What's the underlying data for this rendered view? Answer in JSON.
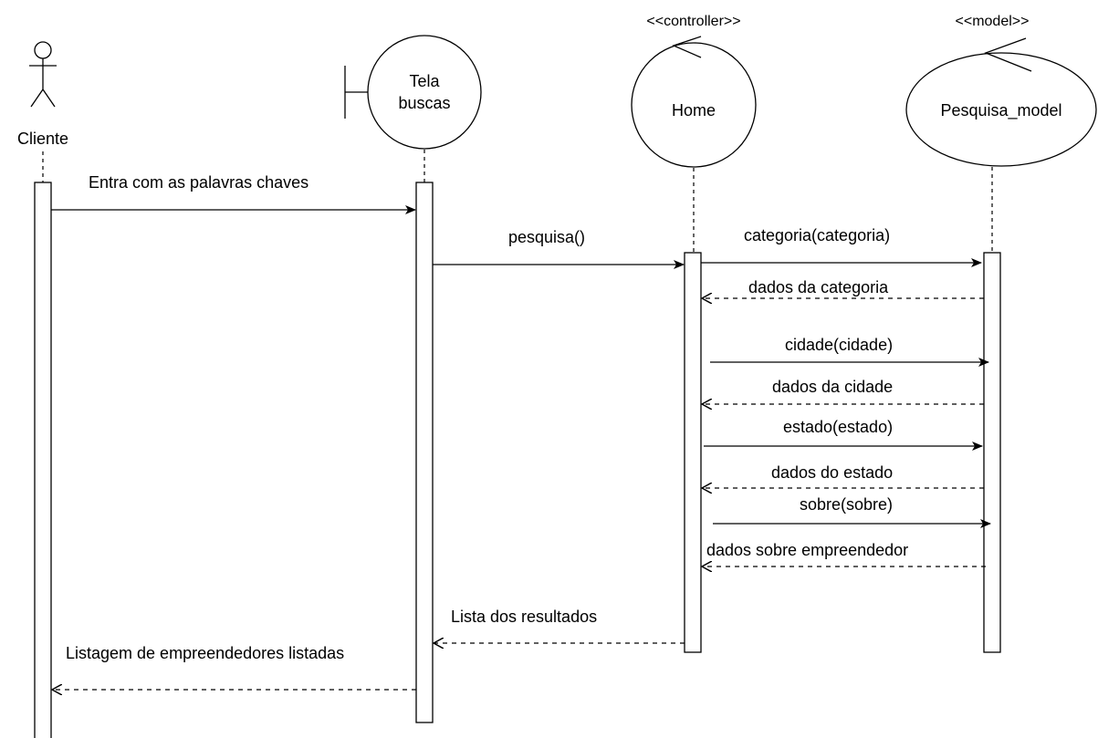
{
  "participants": {
    "actor": {
      "label": "Cliente"
    },
    "boundary": {
      "label_line1": "Tela",
      "label_line2": "buscas"
    },
    "controller": {
      "stereotype": "<<controller>>",
      "label": "Home"
    },
    "model": {
      "stereotype": "<<model>>",
      "label": "Pesquisa_model"
    }
  },
  "messages": [
    {
      "label": "Entra com as palavras chaves",
      "type": "sync"
    },
    {
      "label": "pesquisa()",
      "type": "sync"
    },
    {
      "label": "categoria(categoria)",
      "type": "sync"
    },
    {
      "label": "dados da categoria",
      "type": "return"
    },
    {
      "label": "cidade(cidade)",
      "type": "sync"
    },
    {
      "label": "dados da cidade",
      "type": "return"
    },
    {
      "label": "estado(estado)",
      "type": "sync"
    },
    {
      "label": "dados do estado",
      "type": "return"
    },
    {
      "label": "sobre(sobre)",
      "type": "sync"
    },
    {
      "label": "dados sobre empreendedor",
      "type": "return"
    },
    {
      "label": "Lista dos resultados",
      "type": "return"
    },
    {
      "label": "Listagem de empreendedores listadas",
      "type": "return"
    }
  ]
}
